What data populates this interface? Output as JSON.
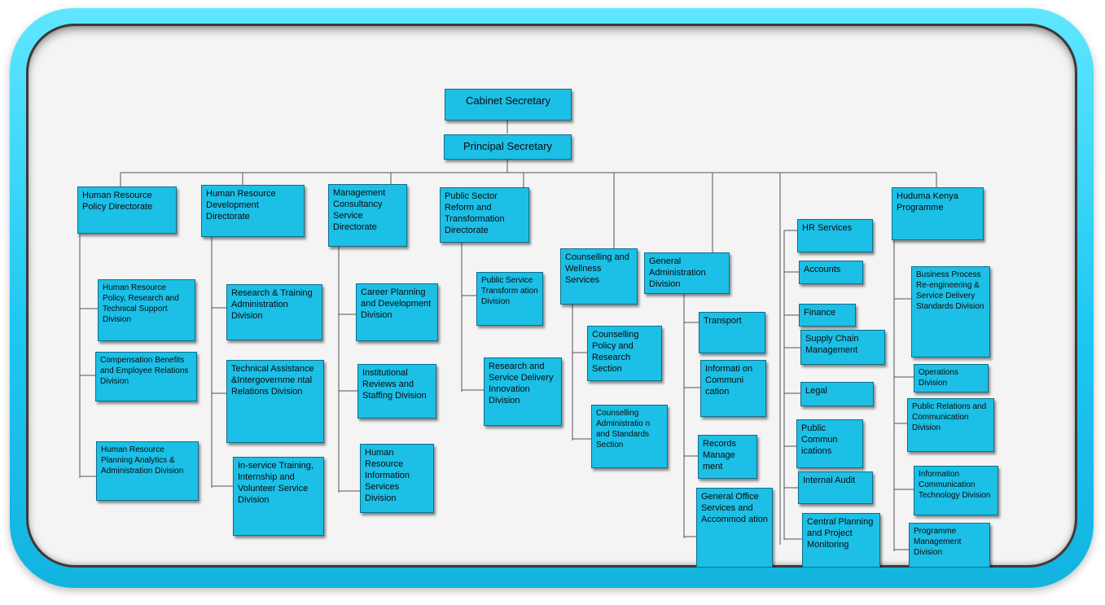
{
  "top": {
    "cabinet_secretary": "Cabinet Secretary",
    "principal_secretary": "Principal Secretary"
  },
  "directorates": {
    "hr_policy": "Human Resource Policy Directorate",
    "hr_development": "Human Resource Development Directorate",
    "management_consultancy": "Management Consultancy Service Directorate",
    "public_sector_reform": "Public Sector Reform and Transformation Directorate",
    "counselling_wellness": "Counselling and Wellness Services",
    "general_administration": "General Administration Division",
    "huduma_kenya": "Huduma Kenya Programme"
  },
  "hr_policy_divisions": [
    "Human Resource Policy, Research and Technical Support Division",
    "Compensation Benefits and Employee Relations Division",
    "Human Resource Planning Analytics & Administration Division"
  ],
  "hr_development_divisions": [
    "Research & Training Administration Division",
    "Technical Assistance &Intergovernme ntal Relations Division",
    "In-service Training, Internship and Volunteer Service Division"
  ],
  "management_consultancy_divisions": [
    "Career Planning and Development Division",
    "Institutional Reviews and Staffing Division",
    "Human Resource Information Services Division"
  ],
  "public_sector_reform_divisions": [
    "Public Service Transform ation Division",
    "Research and Service Delivery Innovation Division"
  ],
  "counselling_divisions": [
    "Counselling Policy and Research Section",
    "Counselling Administratio n and Standards Section"
  ],
  "general_administration_units": [
    "Transport",
    "Informati on Communi cation",
    "Records Manage ment",
    "General Office Services and Accommod ation"
  ],
  "support_services": [
    "HR Services",
    "Accounts",
    "Finance",
    "Supply Chain Management",
    "Legal",
    "Public Commun ications",
    "Internal Audit",
    "Central Planning and Project Monitoring"
  ],
  "huduma_divisions": [
    "Business Process Re-engineering & Service Delivery Standards Division",
    "Operations Division",
    "Public Relations and Communication Division",
    "Information Communication Technology Division",
    "Programme Management Division"
  ],
  "colors": {
    "frame": "#1ec8f2",
    "box_fill": "#1cbfe6",
    "connector": "#555555",
    "background": "#f4f4f4"
  }
}
